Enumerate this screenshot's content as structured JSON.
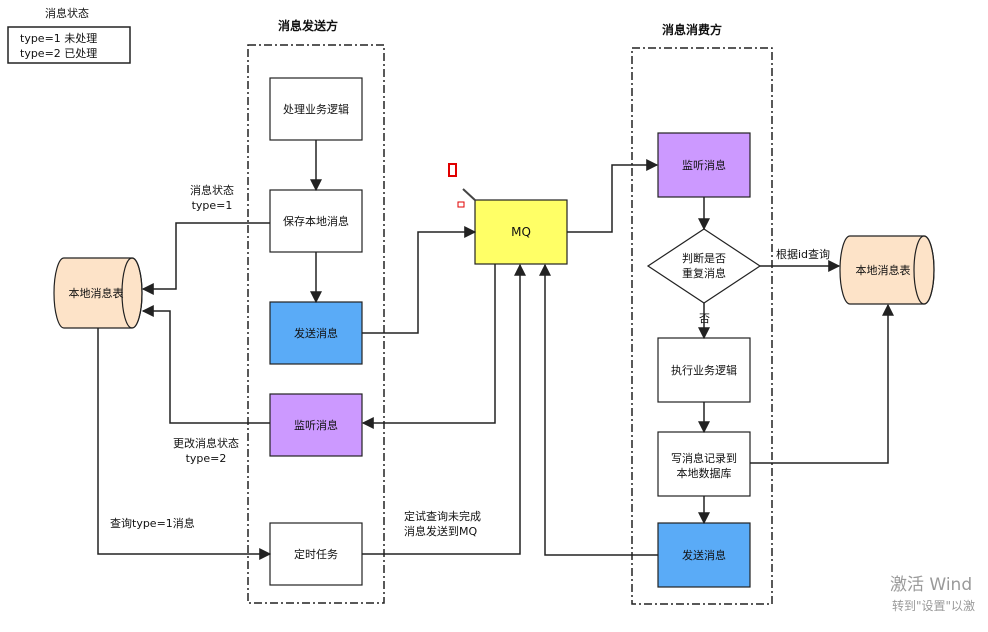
{
  "legend": {
    "title": "消息状态",
    "line1": "type=1 未处理",
    "line2": "type=2 已处理"
  },
  "sender": {
    "title": "消息发送方",
    "process_business": "处理业务逻辑",
    "save_local": "保存本地消息",
    "send_message": "发送消息",
    "listen_message": "监听消息",
    "timed_task": "定时任务"
  },
  "consumer": {
    "title": "消息消费方",
    "listen_message": "监听消息",
    "judge_line1": "判断是否",
    "judge_line2": "重复消息",
    "no_label": "否",
    "execute_business": "执行业务逻辑",
    "write_record_line1": "写消息记录到",
    "write_record_line2": "本地数据库",
    "send_message": "发送消息"
  },
  "mq": {
    "label": "MQ"
  },
  "local_table_left": "本地消息表",
  "local_table_right": "本地消息表",
  "annotations": {
    "status_type1_line1": "消息状态",
    "status_type1_line2": "type=1",
    "update_status_line1": "更改消息状态",
    "update_status_line2": "type=2",
    "query_type1": "查询type=1消息",
    "retry_line1": "定试查询未完成",
    "retry_line2": "消息发送到MQ",
    "query_by_id": "根据id查询"
  },
  "watermark": {
    "line1": "激活 Wind",
    "line2": "转到\"设置\"以激"
  },
  "colors": {
    "mq_fill": "#ffff66",
    "blue_fill": "#5aabf7",
    "purple_fill": "#cc99ff",
    "cylinder_fill": "#fde3c8",
    "red_marker": "#e00000"
  }
}
